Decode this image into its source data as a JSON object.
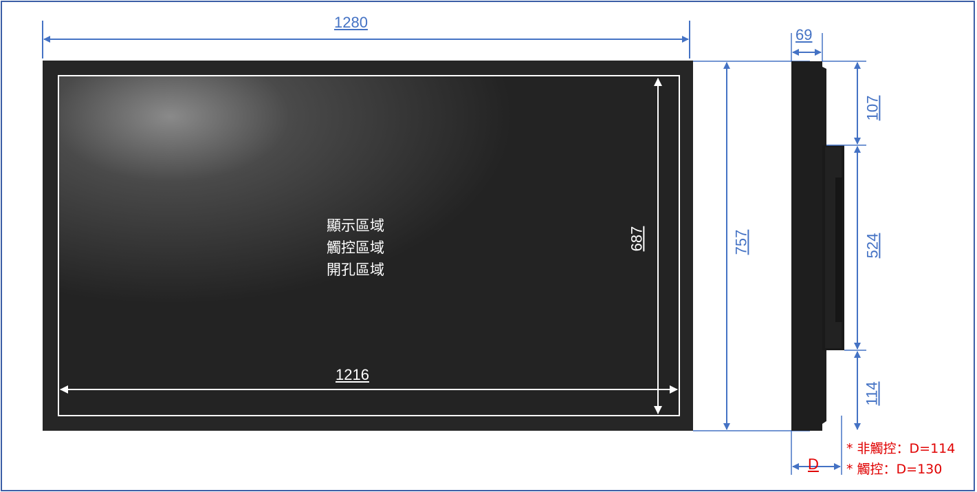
{
  "colors": {
    "dimension": "#4472c4",
    "panel": "#2b2b2b",
    "note": "#e00000",
    "frame": "#3b5ea6"
  },
  "front_view": {
    "overall_width": "1280",
    "inner_width": "1216",
    "inner_height": "687",
    "area_labels": [
      "顯示區域",
      "觸控區域",
      "開孔區域"
    ]
  },
  "side_view": {
    "overall_height": "757",
    "depth_top": "69",
    "top_segment": "107",
    "middle_segment": "524",
    "bottom_segment": "114",
    "depth_label": "D"
  },
  "notes": [
    "*  非觸控：D=114",
    "*  觸控：D=130"
  ]
}
